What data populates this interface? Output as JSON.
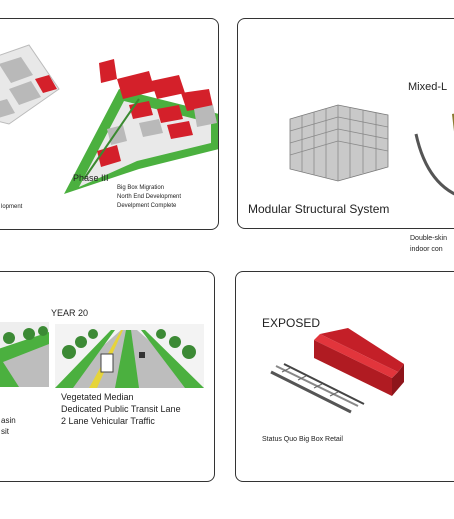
{
  "panels": {
    "phase3": {
      "title": "Phase III",
      "notes": [
        "Big Box Migration",
        "North End Development",
        "Develpment Complete"
      ],
      "cut_left": "lopment"
    },
    "structural": {
      "title": "Modular Structural System",
      "cut_top_right": "Mixed-L"
    },
    "between": {
      "line1": "Double-skin",
      "line2": "indoor con"
    },
    "year20": {
      "title": "YEAR 20",
      "notes": [
        "Vegetated Median",
        "Dedicated Public Transit Lane",
        "2 Lane Vehicular Traffic"
      ],
      "cut_left": [
        "asin",
        "sit"
      ]
    },
    "exposed": {
      "title": "EXPOSED",
      "caption": "Status Quo Big Box Retail"
    }
  },
  "colors": {
    "accent_red": "#d4202a",
    "green": "#4bb03f",
    "grey_block": "#b9b9b9",
    "border": "#333333"
  }
}
